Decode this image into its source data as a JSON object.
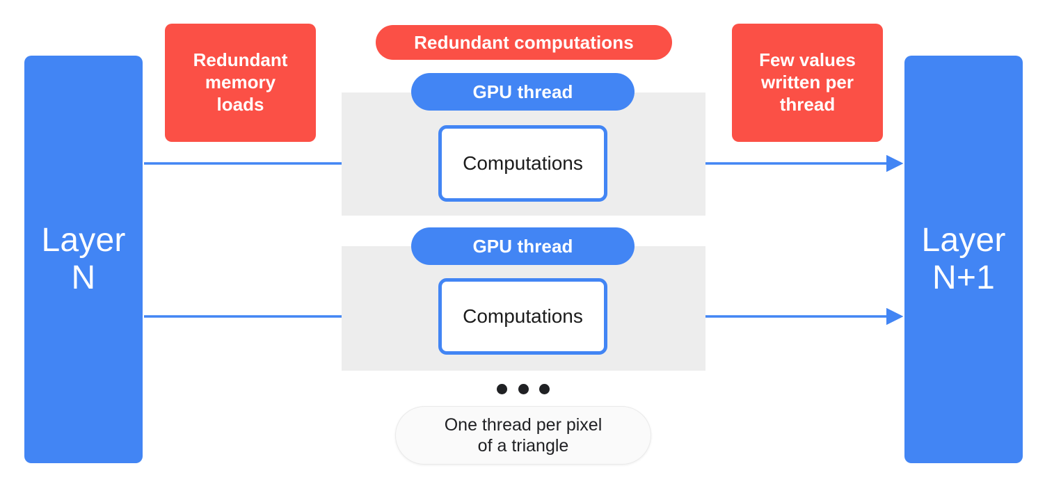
{
  "diagram": {
    "title": "GPU thread redundancy in layer-to-layer computation",
    "colors": {
      "blue": "#4285F4",
      "red": "#FB5046",
      "gray_band": "#EDEDED",
      "white": "#FFFFFF",
      "text_dark": "#202124"
    },
    "layers": {
      "input": {
        "label": "Layer\nN",
        "name": "Layer N"
      },
      "output": {
        "label": "Layer\nN+1",
        "name": "Layer N+1"
      }
    },
    "callouts": [
      {
        "id": "memory-loads",
        "label": "Redundant\nmemory\nloads",
        "shape": "rounded-rect",
        "color": "#FB5046"
      },
      {
        "id": "redundant-computations",
        "label": "Redundant computations",
        "shape": "pill",
        "color": "#FB5046"
      },
      {
        "id": "few-values",
        "label": "Few values\nwritten per\nthread",
        "shape": "rounded-rect",
        "color": "#FB5046"
      }
    ],
    "threads": [
      {
        "pill_label": "GPU thread",
        "box_label": "Computations"
      },
      {
        "pill_label": "GPU thread",
        "box_label": "Computations"
      }
    ],
    "ellipsis": {
      "dot_count": 3
    },
    "note": {
      "label": "One thread per pixel\nof a triangle"
    },
    "arrows": {
      "count": 4,
      "direction": "left-to-right",
      "color": "#4285F4"
    }
  }
}
